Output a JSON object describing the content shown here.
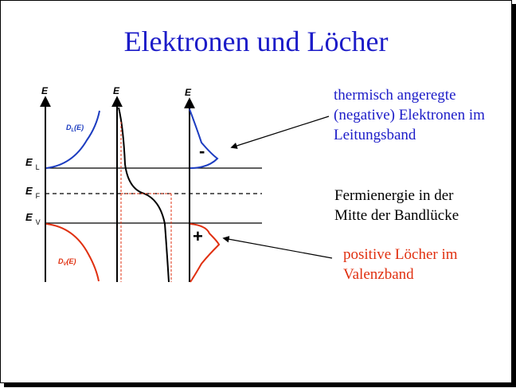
{
  "title": "Elektronen und Löcher",
  "axis_label": "E",
  "levels": {
    "el": {
      "main": "E",
      "sub": "L"
    },
    "ef": {
      "main": "E",
      "sub": "F"
    },
    "ev": {
      "main": "E",
      "sub": "V"
    }
  },
  "dos_labels": {
    "conduction": {
      "main": "D",
      "sub": "L",
      "tail": "(E)"
    },
    "valence": {
      "main": "D",
      "sub": "V",
      "tail": "(E)"
    }
  },
  "signs": {
    "minus": "-",
    "plus": "+"
  },
  "captions": {
    "electrons": [
      "thermisch angeregte",
      "(negative) Elektronen im",
      "Leitungsband"
    ],
    "fermi": [
      "Fermienergie in der",
      "Mitte der Bandlücke"
    ],
    "holes": [
      "positive Löcher im",
      "Valenzband"
    ]
  },
  "colors": {
    "title": "#1c1cc8",
    "electrons": "#1c1cc8",
    "holes": "#e03010",
    "text": "#000000"
  }
}
